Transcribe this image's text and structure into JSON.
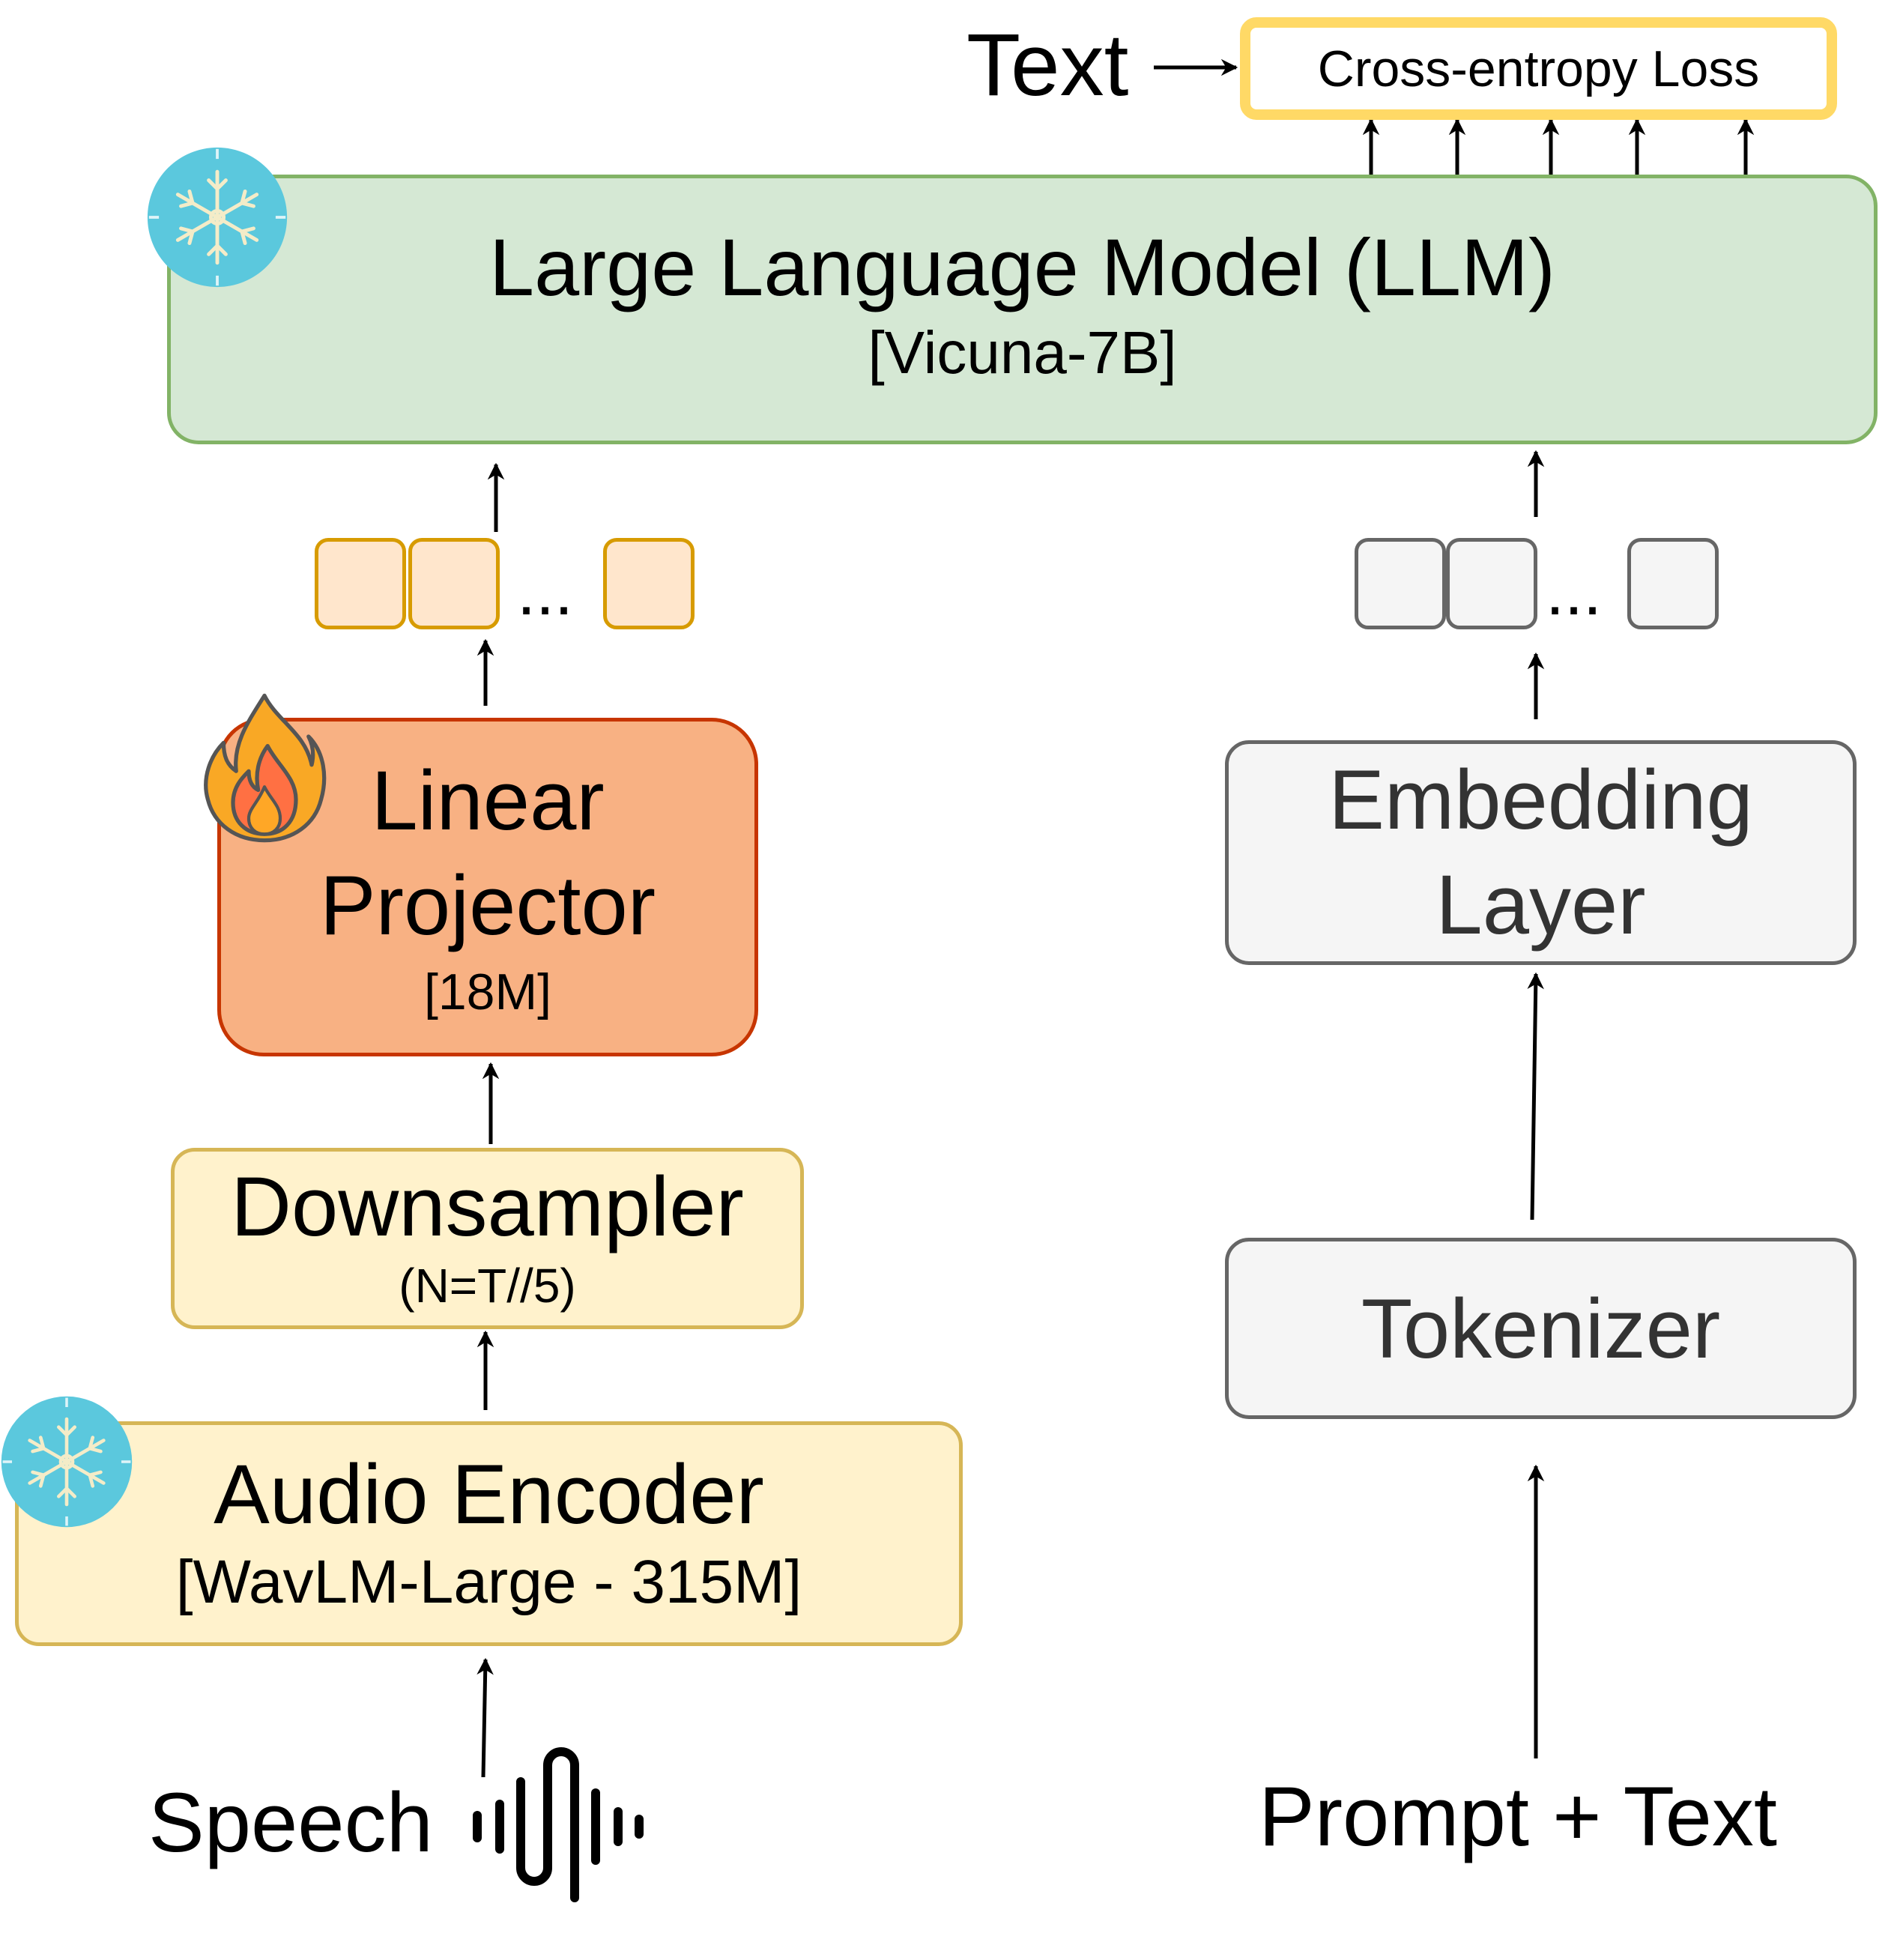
{
  "output": {
    "text_label": "Text",
    "loss_label": "Cross-entropy Loss"
  },
  "llm": {
    "title": "Large Language Model (LLM)",
    "subtitle": "[Vicuna-7B]",
    "status_icon": "snowflake-icon"
  },
  "projector": {
    "title_line1": "Linear",
    "title_line2": "Projector",
    "params": "[18M]",
    "status_icon": "fire-icon"
  },
  "downsampler": {
    "title": "Downsampler",
    "subtitle": "(N=T//5)"
  },
  "audio_encoder": {
    "title": "Audio Encoder",
    "subtitle": "[WavLM-Large - 315M]",
    "status_icon": "snowflake-icon"
  },
  "embedding": {
    "title_line1": "Embedding",
    "title_line2": "Layer"
  },
  "tokenizer": {
    "title": "Tokenizer"
  },
  "inputs": {
    "speech_label": "Speech",
    "text_label": "Prompt + Text"
  },
  "token_rows": {
    "ellipsis": "..."
  },
  "colors": {
    "llm_fill": "#d5e8d4",
    "llm_border": "#82b366",
    "projector_fill": "#f8b183",
    "projector_border": "#c73500",
    "yellow_fill": "#fff2cc",
    "yellow_border": "#d6b656",
    "gray_fill": "#f5f5f5",
    "gray_border": "#666666",
    "loss_border": "#ffd966",
    "snowflake_bg": "#5bc8dd"
  }
}
